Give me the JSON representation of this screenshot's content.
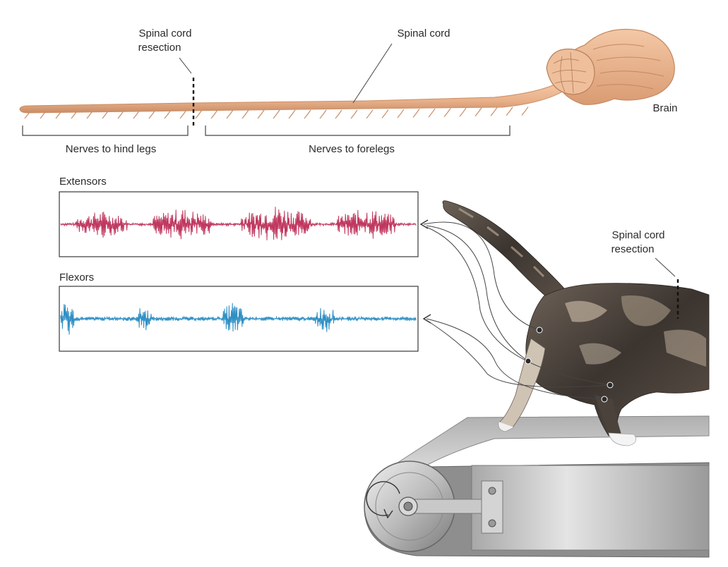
{
  "labels": {
    "resection_top_1": "Spinal cord",
    "resection_top_2": "resection",
    "spinal_cord": "Spinal cord",
    "brain": "Brain",
    "nerves_hind": "Nerves to hind legs",
    "nerves_fore": "Nerves to forelegs",
    "extensors": "Extensors",
    "flexors": "Flexors",
    "resection_cat_1": "Spinal cord",
    "resection_cat_2": "resection"
  },
  "colors": {
    "spinal_cord": "#e9b48c",
    "spinal_cord_edge": "#c98e66",
    "brain": "#ebb893",
    "extensors_trace": "#c0385f",
    "flexors_trace": "#2f8fc4",
    "cat_fur_dark": "#3a3430",
    "cat_fur_light": "#b9aa98",
    "treadmill_belt": "#9a9a9a",
    "treadmill_frame": "#c4c4c4",
    "pointer_line": "#444444"
  },
  "icons": {
    "rotation_arrow": "counterclockwise-arrow-icon",
    "electrode_dot": "electrode-dot-icon"
  }
}
